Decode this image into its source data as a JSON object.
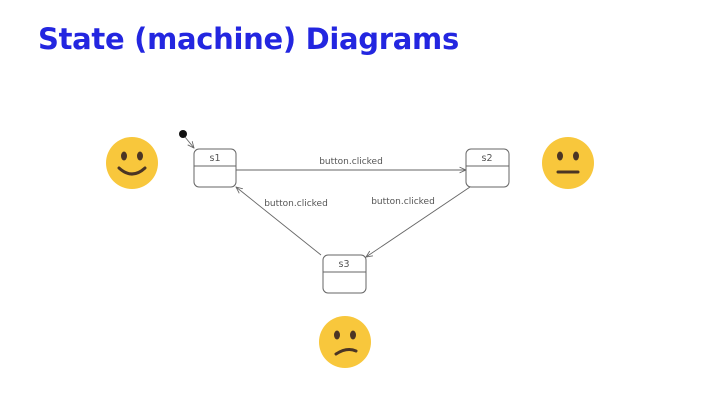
{
  "slide": {
    "title": "State (machine) Diagrams",
    "title_color": "#2326e0"
  },
  "diagram": {
    "states": [
      {
        "id": "s1",
        "label": "s1",
        "initial": true,
        "face": "smiling-face-icon"
      },
      {
        "id": "s2",
        "label": "s2",
        "face": "neutral-face-icon"
      },
      {
        "id": "s3",
        "label": "s3",
        "face": "confused-face-icon"
      }
    ],
    "transitions": [
      {
        "from": "s1",
        "to": "s2",
        "label": "button.clicked"
      },
      {
        "from": "s2",
        "to": "s3",
        "label": "button.clicked"
      },
      {
        "from": "s3",
        "to": "s1",
        "label": "button.clicked"
      }
    ],
    "colors": {
      "face": "#f8c73c",
      "face_feature": "#4b3524",
      "line": "#666666"
    }
  }
}
